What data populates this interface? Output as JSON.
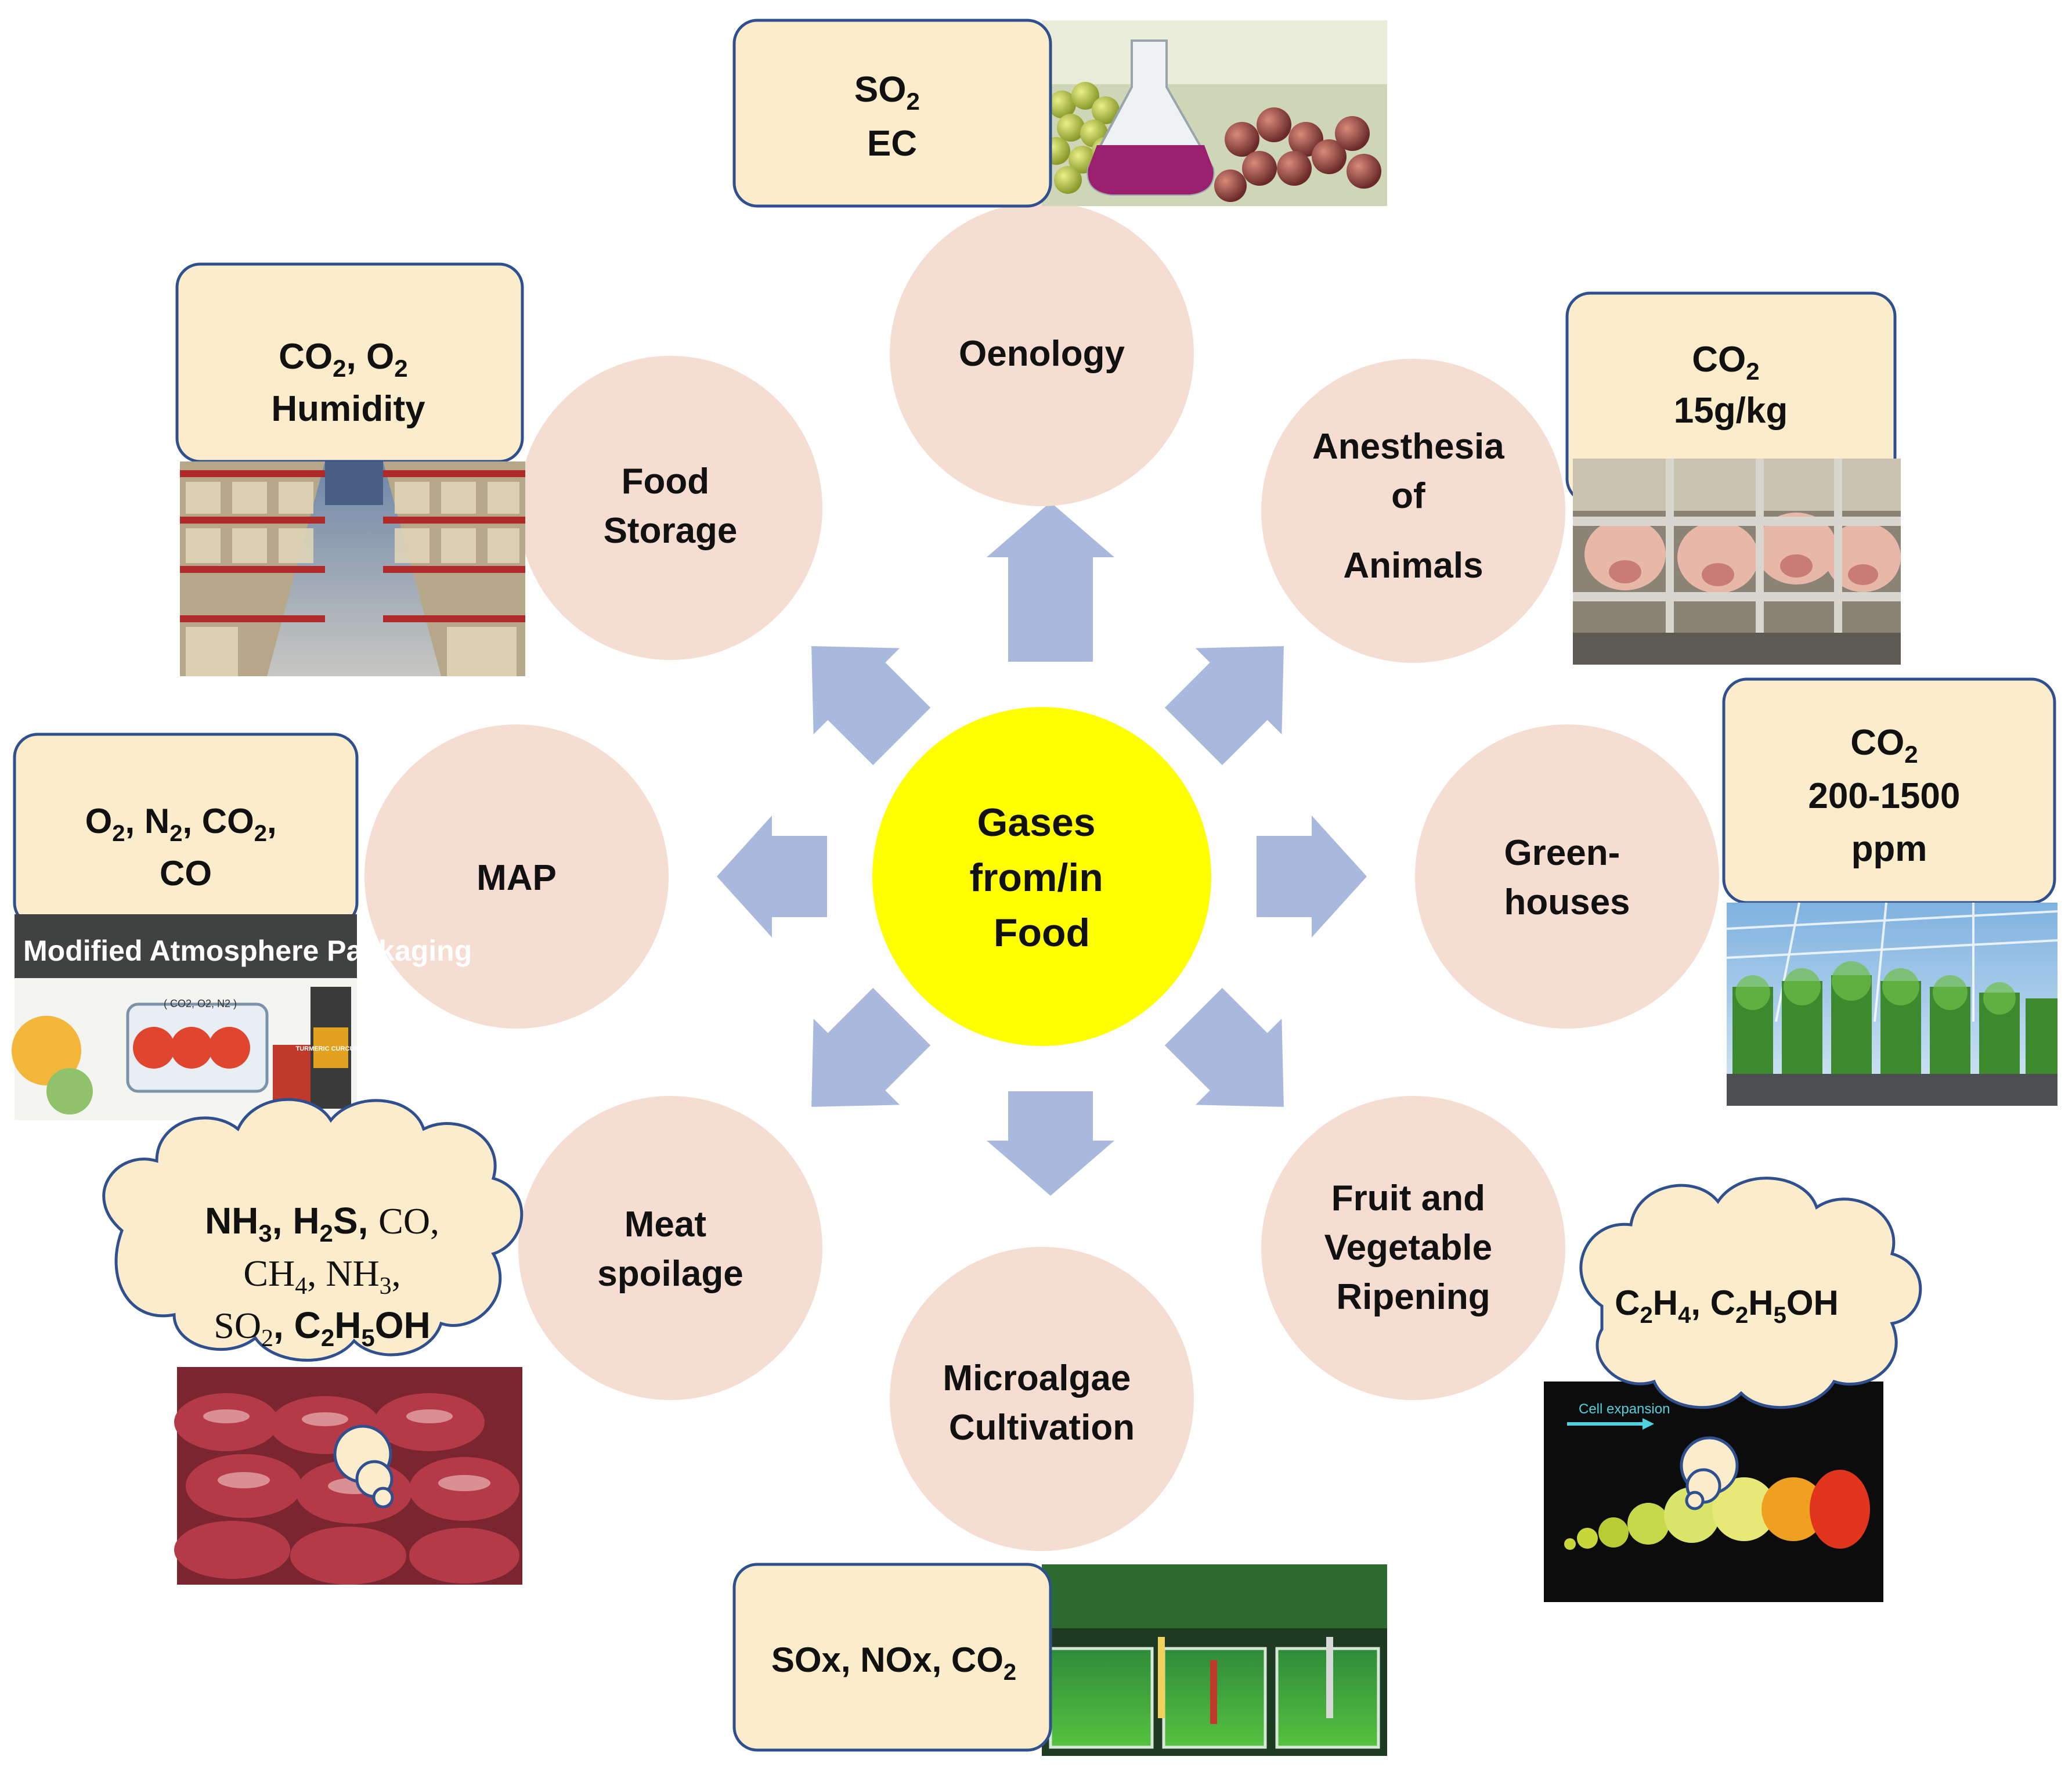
{
  "center": {
    "lines": [
      "Gases",
      "from/in",
      "Food"
    ],
    "color": "#ffff00"
  },
  "colors": {
    "circle": "#f6ddd1",
    "box": "#fbeccb",
    "box_border": "#2f4f8f",
    "arrow": "#a9b8dd"
  },
  "nodes": [
    {
      "id": "oenology",
      "lines": [
        "Oenology"
      ]
    },
    {
      "id": "anesthesia",
      "lines": [
        "Anesthesia",
        "of",
        "Animals"
      ]
    },
    {
      "id": "greenhouses",
      "lines": [
        "Green-",
        "houses"
      ]
    },
    {
      "id": "ripening",
      "lines": [
        "Fruit and",
        "Vegetable",
        "Ripening"
      ]
    },
    {
      "id": "microalgae",
      "lines": [
        "Microalgae",
        "Cultivation"
      ]
    },
    {
      "id": "meat",
      "lines": [
        "Meat",
        "spoilage"
      ]
    },
    {
      "id": "map",
      "lines": [
        "MAP"
      ]
    },
    {
      "id": "storage",
      "lines": [
        "Food",
        "Storage"
      ]
    }
  ],
  "callouts": {
    "oenology": "SO2 / EC",
    "anesthesia": "CO2 / 15g/kg",
    "greenhouses": "CO2 / 200-1500 / ppm",
    "ripening": "C2H4, C2H5OH",
    "microalgae": "SOx, NOx, CO2",
    "meat": "NH3, H2S, CO, / CH4, NH3, / SO2, C2H5OH",
    "map": "O2, N2, CO2, / CO",
    "storage": "CO2, O2 / Humidity"
  },
  "pictures": {
    "oenology": "grapes-and-wine-flask-photo",
    "anesthesia": "pigs-behind-bars-photo",
    "greenhouses": "greenhouse-plants-photo",
    "ripening": "tomato-ripening-stages-photo",
    "microalgae": "microalgae-tanks-photo",
    "meat": "raw-meat-photo",
    "map": "modified-atmosphere-packaging-photo",
    "storage": "warehouse-shelves-photo"
  },
  "map_photo_caption": "Modified Atmosphere Packaging",
  "ripening_photo_caption": "Cell expansion",
  "map_photo_labels": [
    "( CO2, O2, N2 )",
    "TURMERIC CURCUMIN"
  ]
}
